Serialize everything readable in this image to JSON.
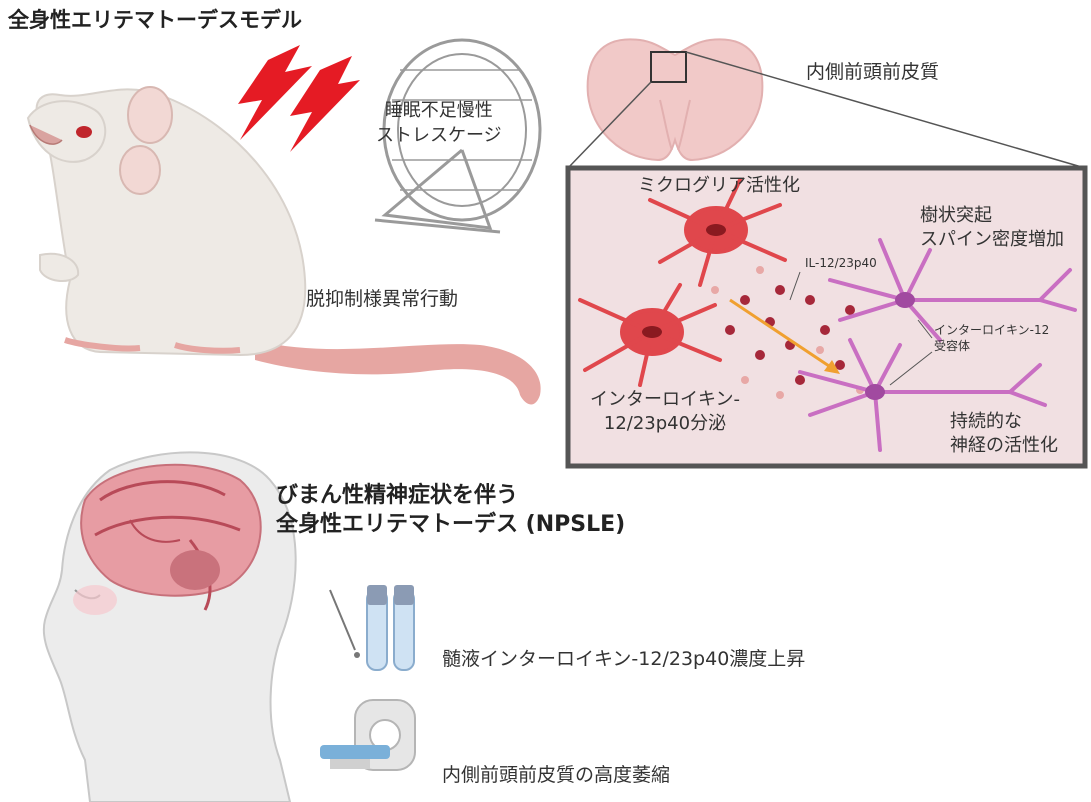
{
  "title": "全身性エリテマトーデスモデル",
  "stress_label_lines": [
    "睡眠不足慢性",
    "ストレスケージ"
  ],
  "behavior_label": "脱抑制様異常行動",
  "region_label": "内側前頭前皮質",
  "panel": {
    "microglia_label": "ミクログリア活性化",
    "cytokine_marker": "IL-12/23p40",
    "secretion_lines": [
      "インターロイキン-",
      "12/23p40分泌"
    ],
    "dendrite_lines": [
      "樹状突起",
      "スパイン密度増加"
    ],
    "receptor_lines": [
      "インターロイキン-12",
      "受容体"
    ],
    "neuron_lines": [
      "持続的な",
      "神経の活性化"
    ]
  },
  "npsle_lines": [
    "びまん性精神症状を伴う",
    "全身性エリテマトーデス (NPSLE)"
  ],
  "findings": [
    {
      "icon": "test-tube-icon",
      "text": "髄液インターロイキン-12/23p40濃度上昇"
    },
    {
      "icon": "mri-scanner-icon",
      "text": "内側前頭前皮質の高度萎縮"
    }
  ],
  "colors": {
    "microglia": "#e0474c",
    "neuron": "#c96fc2",
    "panel_bg": "#f1e0e2",
    "lightning": "#e51b24",
    "arrow": "#f0a030"
  }
}
